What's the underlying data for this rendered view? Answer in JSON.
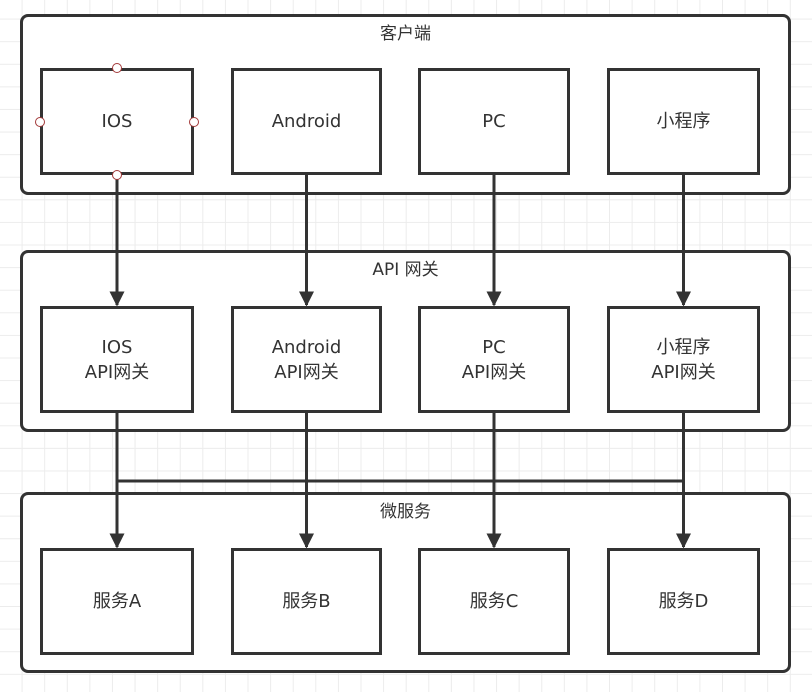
{
  "diagram": {
    "groups": [
      {
        "id": "clients",
        "title": "客户端",
        "nodes": [
          {
            "id": "ios",
            "lines": [
              "IOS"
            ],
            "selected": true
          },
          {
            "id": "android",
            "lines": [
              "Android"
            ]
          },
          {
            "id": "pc",
            "lines": [
              "PC"
            ]
          },
          {
            "id": "miniprogram",
            "lines": [
              "小程序"
            ]
          }
        ]
      },
      {
        "id": "gateways",
        "title": "API 网关",
        "nodes": [
          {
            "id": "ios-gw",
            "lines": [
              "IOS",
              "API网关"
            ]
          },
          {
            "id": "android-gw",
            "lines": [
              "Android",
              "API网关"
            ]
          },
          {
            "id": "pc-gw",
            "lines": [
              "PC",
              "API网关"
            ]
          },
          {
            "id": "miniprogram-gw",
            "lines": [
              "小程序",
              "API网关"
            ]
          }
        ]
      },
      {
        "id": "services",
        "title": "微服务",
        "nodes": [
          {
            "id": "svc-a",
            "lines": [
              "服务A"
            ]
          },
          {
            "id": "svc-b",
            "lines": [
              "服务B"
            ]
          },
          {
            "id": "svc-c",
            "lines": [
              "服务C"
            ]
          },
          {
            "id": "svc-d",
            "lines": [
              "服务D"
            ]
          }
        ]
      }
    ],
    "edges": [
      {
        "from": "ios",
        "to": "ios-gw"
      },
      {
        "from": "android",
        "to": "android-gw"
      },
      {
        "from": "pc",
        "to": "pc-gw"
      },
      {
        "from": "miniprogram",
        "to": "miniprogram-gw"
      },
      {
        "from": "gateways-bus",
        "to": "svc-a"
      },
      {
        "from": "gateways-bus",
        "to": "svc-b"
      },
      {
        "from": "gateways-bus",
        "to": "svc-c"
      },
      {
        "from": "gateways-bus",
        "to": "svc-d"
      }
    ],
    "colors": {
      "stroke": "#333333",
      "selection_handle": "#a33a3a",
      "grid": "#ececec"
    }
  }
}
